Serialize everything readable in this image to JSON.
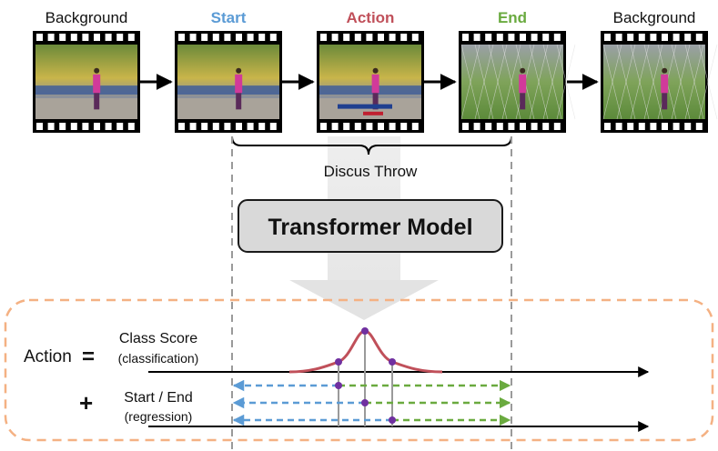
{
  "frames": [
    {
      "label": "Background",
      "color": "#111111"
    },
    {
      "label": "Start",
      "color": "#5b9bd5"
    },
    {
      "label": "Action",
      "color": "#c0505a"
    },
    {
      "label": "End",
      "color": "#6aaa3f"
    },
    {
      "label": "Background",
      "color": "#111111"
    }
  ],
  "segment_label": "Discus Throw",
  "model_label": "Transformer Model",
  "action_label": "Action",
  "equals_sign": "=",
  "plus_sign": "+",
  "class_score_label": "Class Score",
  "class_score_sub": "(classification)",
  "start_end_label": "Start / End",
  "start_end_sub": "(regression)",
  "colors": {
    "start": "#5b9bd5",
    "action": "#c0505a",
    "end": "#6aaa3f",
    "purple": "#7030a0",
    "dashed_box": "#f4b183",
    "model_box": "#d9d9d9"
  }
}
